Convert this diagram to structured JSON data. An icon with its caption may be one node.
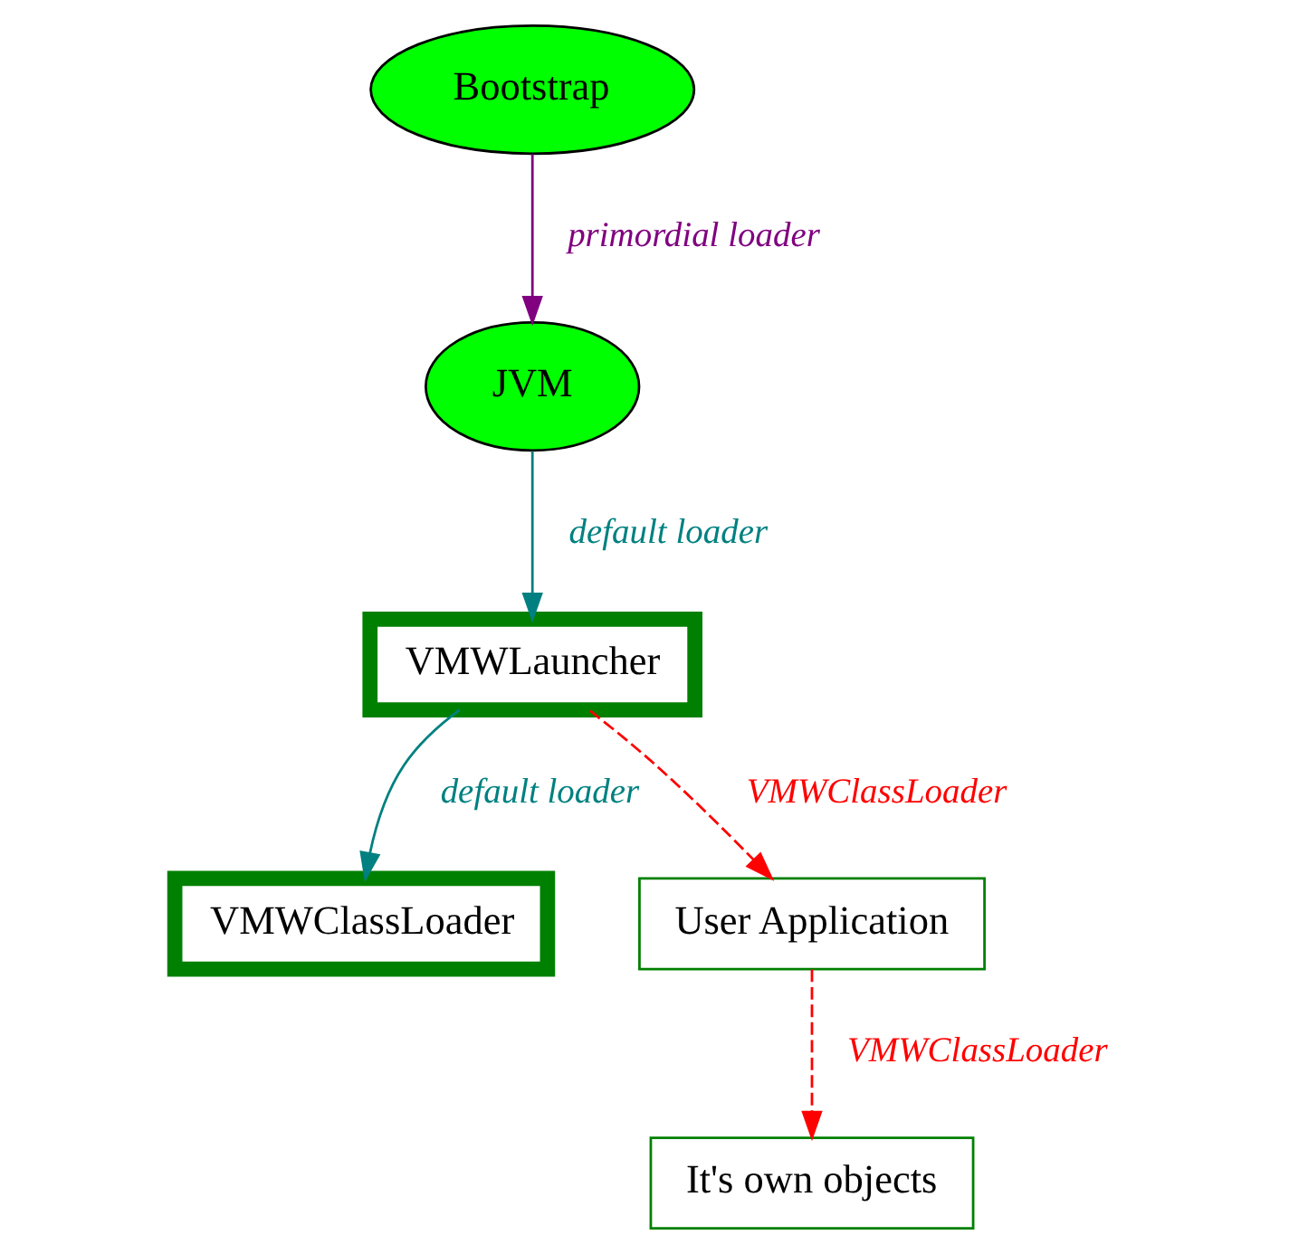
{
  "diagram": {
    "nodes": [
      {
        "text": [
          "Bootstrap"
        ]
      },
      {
        "text": [
          "JVM"
        ]
      },
      {
        "text": [
          "VMWLauncher"
        ]
      },
      {
        "text": [
          "VMWClassLoader"
        ]
      },
      {
        "text": [
          "User Application"
        ]
      },
      {
        "text": [
          "It's own objects"
        ]
      }
    ],
    "edges": [
      {
        "from": 0,
        "to": 1,
        "arrow": "to",
        "label": "primordial loader",
        "color": "#800080"
      },
      {
        "from": 1,
        "to": 2,
        "arrow": "to",
        "label": "default loader",
        "color": "#008080"
      },
      {
        "from": 2,
        "to": 3,
        "arrow": "to",
        "label": "default loader",
        "color": "#008080"
      },
      {
        "from": 2,
        "to": 4,
        "arrow": "to",
        "label": "VMWClassLoader",
        "style": "dashed",
        "color": "#ff0000"
      },
      {
        "from": 4,
        "to": 5,
        "arrow": "to",
        "label": "VMWClassLoader",
        "style": "dashed",
        "color": "#ff0000"
      }
    ]
  }
}
